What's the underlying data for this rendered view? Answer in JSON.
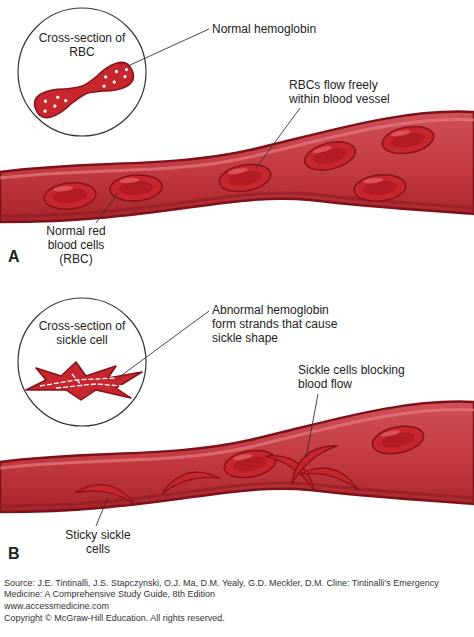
{
  "diagram": {
    "nodes": [
      {
        "text": [
          "Cross-section of RBC"
        ]
      },
      {
        "text": [
          "Cross-section of sickle cell"
        ]
      }
    ],
    "labels": [
      "Normal hemoglobin",
      "RBCs flow freely within blood vessel",
      "Normal red blood cells (RBC)",
      "A",
      "Abnormal hemoglobin form strands that cause sickle shape",
      "Sickle cells blocking blood flow",
      "Sticky sickle cells",
      "B",
      "Source: J.E. Tintinalli, J.S. Stapczynski, O.J. Ma, D.M. Yealy, G.D. Meckler, D.M. Cline: Tintinalli's Emergency Medicine: A Comprehensive Study Guide, 8th Edition",
      "www.accessmedicine.com",
      "Copyright © McGraw-Hill Education. All rights reserved."
    ]
  }
}
